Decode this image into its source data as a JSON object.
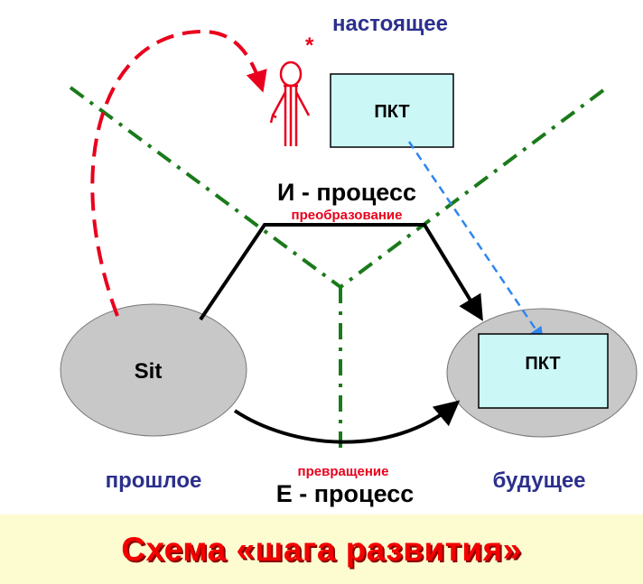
{
  "labels": {
    "present": "настоящее",
    "past": "прошлое",
    "future": "будущее",
    "i_process": "И - процесс",
    "transformation": "преобразование",
    "e_process": "Е - процесс",
    "conversion": "превращение",
    "situation": "Sit",
    "pkt_top": "ПКТ",
    "pkt_future": "ПКТ",
    "observer_mark": "*"
  },
  "banner": {
    "title": "Схема «шага развития»"
  },
  "colors": {
    "time_label": "#2b2f8c",
    "red_accent": "#e8001c",
    "green_dashdot": "#1a7a1a",
    "blue_dashed": "#2f86f0",
    "ellipse_fill": "#c8c8c8",
    "box_fill": "#ccf7f7",
    "banner_bg": "#fcfcd0",
    "banner_text": "#f40000"
  }
}
